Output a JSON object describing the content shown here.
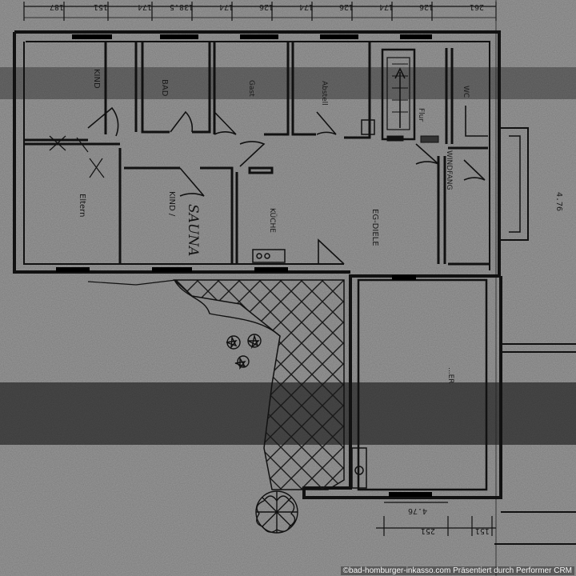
{
  "colors": {
    "paper": "#9b9b9b",
    "ink": "#111111",
    "shadow": "#3a3a3a"
  },
  "rooms": {
    "kind_top": "KIND",
    "bad": "BAD",
    "gast": "Gast",
    "abstell": "Abstell",
    "flur": "Flur",
    "wc": "WC",
    "eltern": "Eltern",
    "kind_sauna": "KIND /",
    "sauna": "SAUNA",
    "kueche": "KÜCHE",
    "eg_diele": "EG-DIELE",
    "windfang": "WINDFANG",
    "wohnen": "...ER"
  },
  "dimensions": {
    "top": [
      "187",
      "151",
      "174",
      "138.5",
      "174",
      "126",
      "174",
      "126",
      "174",
      "126",
      "261"
    ],
    "right": "4.76",
    "bottom": [
      "4.76",
      "251",
      "151"
    ]
  },
  "icons": [
    "stair-arrow-icon",
    "tree-icon",
    "plant-icon"
  ],
  "credit": "©bad-homburger-inkasso.com Präsentiert durch Performer CRM"
}
